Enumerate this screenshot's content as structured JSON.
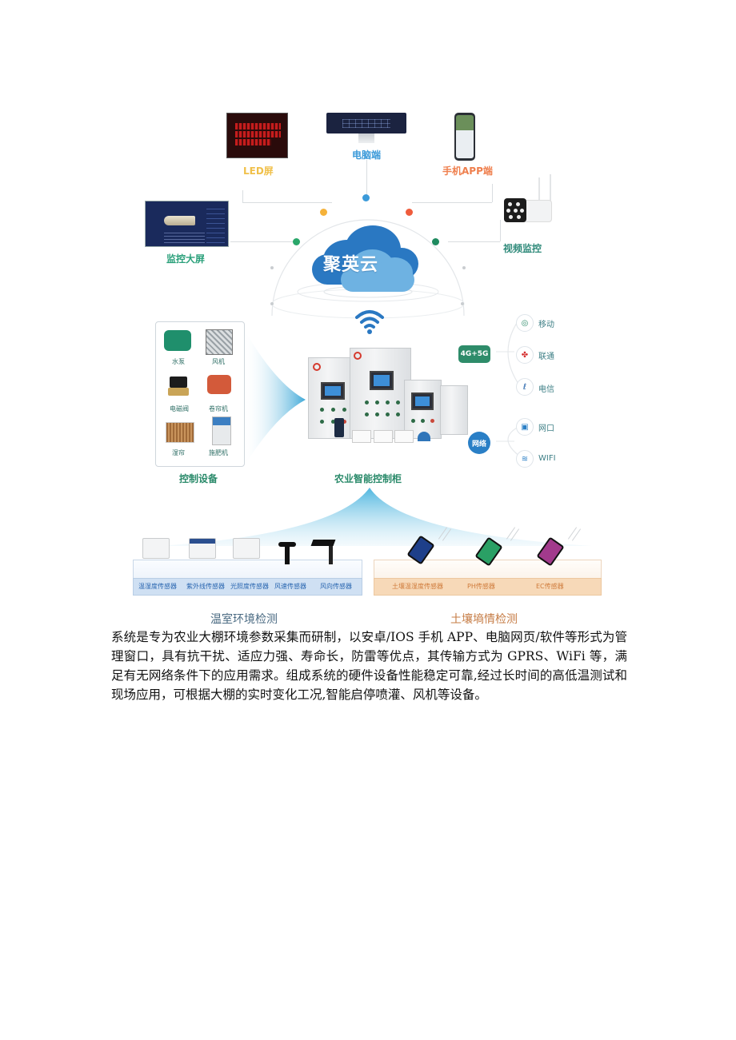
{
  "diagram": {
    "top_devices": [
      {
        "label": "LED屏",
        "color": "#f0c04a"
      },
      {
        "label": "电脑端",
        "color": "#3b9ad9"
      },
      {
        "label": "手机APP端",
        "color": "#ef7f4d"
      }
    ],
    "side_devices": [
      {
        "label": "监控大屏",
        "color": "#2aa07a"
      },
      {
        "label": "视频监控",
        "color": "#2f8a7a"
      }
    ],
    "arc_dots": [
      "#2aa76a",
      "#f5b23a",
      "#3b9ad9",
      "#ef5c3c",
      "#1f8a5f"
    ],
    "cloud": {
      "text": "聚英云",
      "dark": "#2a78c2",
      "light": "#6eb2e2"
    },
    "control_devices": {
      "title": "控制设备",
      "items": [
        "水泵",
        "风机",
        "电磁阀",
        "卷帘机",
        "湿帘",
        "施肥机"
      ]
    },
    "cabinet": {
      "title": "农业智能控制柜"
    },
    "network": {
      "cellular": {
        "label": "4G+5G",
        "color": "#2e8c6a",
        "operators": [
          "移动",
          "联通",
          "电信"
        ]
      },
      "wired": {
        "label": "网络",
        "color": "#2a7fc6",
        "options": [
          "网口",
          "WIFI"
        ]
      }
    },
    "env_sensors": [
      "温湿度传感器",
      "紫外线传感器",
      "光照度传感器",
      "风速传感器",
      "风向传感器"
    ],
    "soil_sensors": [
      "土壤温湿度传感器",
      "PH传感器",
      "EC传感器"
    ],
    "captions": {
      "left": "温室环境检测",
      "right": "土壤墒情检测"
    }
  },
  "body": {
    "paragraph": "系统是专为农业大棚环境参数采集而研制，以安卓/IOS 手机 APP、电脑网页/软件等形式为管理窗口，具有抗干扰、适应力强、寿命长，防雷等优点，其传输方式为 GPRS、WiFi 等，满足有无网络条件下的应用需求。组成系统的硬件设备性能稳定可靠,经过长时间的高低温测试和现场应用，可根据大棚的实时变化工况,智能启停喷灌、风机等设备。"
  }
}
